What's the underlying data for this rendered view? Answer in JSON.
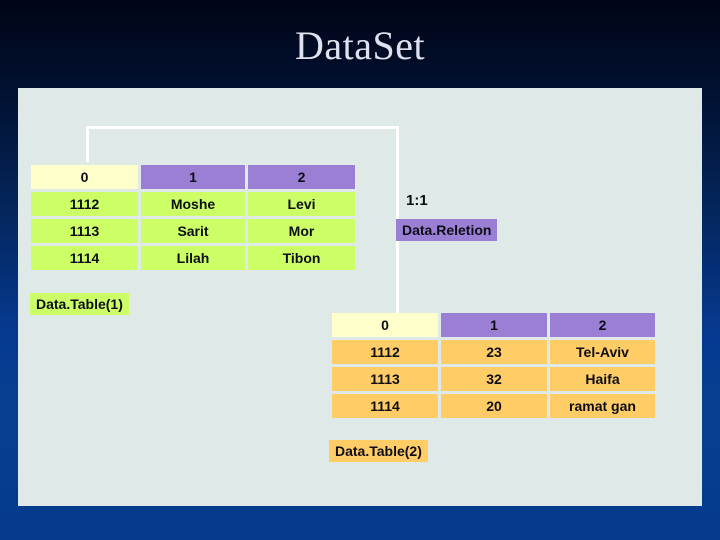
{
  "slide": {
    "title": "DataSet",
    "theme": {
      "background_top": "#000516",
      "background_bottom": "#063a8c",
      "panel": "#dfe9e8",
      "connector": "#ffffff",
      "header_index": "#ffffcc",
      "header_column": "#9b7fd4",
      "table1_cell": "#ccff66",
      "table2_cell": "#ffcc66",
      "title_color": "#dde2f2",
      "text_color": "#0d0d18"
    }
  },
  "table1": {
    "label": "Data.Table(1)",
    "headers": [
      "0",
      "1",
      "2"
    ],
    "rows": [
      [
        "1112",
        "Moshe",
        "Levi"
      ],
      [
        "1113",
        "Sarit",
        "Mor"
      ],
      [
        "1114",
        "Lilah",
        "Tibon"
      ]
    ]
  },
  "table2": {
    "label": "Data.Table(2)",
    "headers": [
      "0",
      "1",
      "2"
    ],
    "rows": [
      [
        "1112",
        "23",
        "Tel-Aviv"
      ],
      [
        "1113",
        "32",
        "Haifa"
      ],
      [
        "1114",
        "20",
        "ramat gan"
      ]
    ]
  },
  "relation": {
    "label": "Data.Reletion",
    "cardinality": "1:1"
  }
}
